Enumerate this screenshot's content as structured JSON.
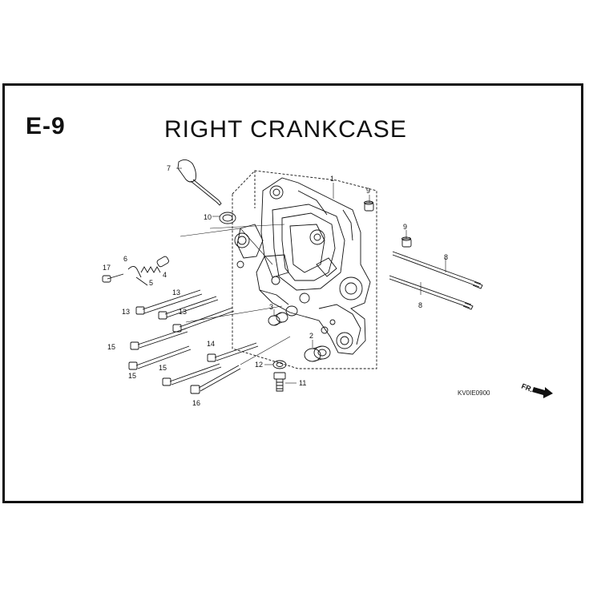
{
  "page": {
    "section_code": "E-9",
    "title": "RIGHT CRANKCASE",
    "part_code": "KV0IE0900",
    "direction_label": "FR."
  },
  "callouts": {
    "c1": "1",
    "c2": "2",
    "c3": "3",
    "c4": "4",
    "c5": "5",
    "c6": "6",
    "c7": "7",
    "c8a": "8",
    "c8b": "8",
    "c9a": "9",
    "c9b": "9",
    "c10": "10",
    "c11": "11",
    "c12": "12",
    "c13a": "13",
    "c13b": "13",
    "c13c": "13",
    "c14": "14",
    "c15a": "15",
    "c15b": "15",
    "c15c": "15",
    "c16": "16",
    "c17": "17"
  }
}
